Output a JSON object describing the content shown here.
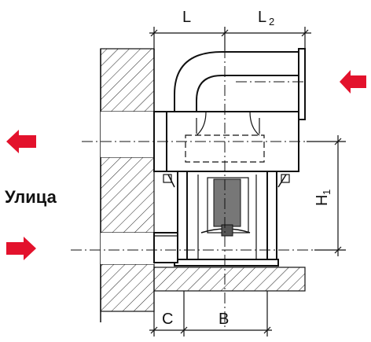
{
  "labels": {
    "L": "L",
    "L2_main": "L",
    "L2_sub": "2",
    "H1_main": "H",
    "H1_sub": "1",
    "C": "C",
    "B": "B",
    "street": "Улица"
  },
  "colors": {
    "arrow": "#e3122c",
    "line": "#111111",
    "hatch": "#222222"
  },
  "icons": {
    "intake_arrow": "arrow-left-icon",
    "exhaust_arrow": "arrow-left-icon",
    "inlet_arrow": "arrow-right-icon"
  }
}
